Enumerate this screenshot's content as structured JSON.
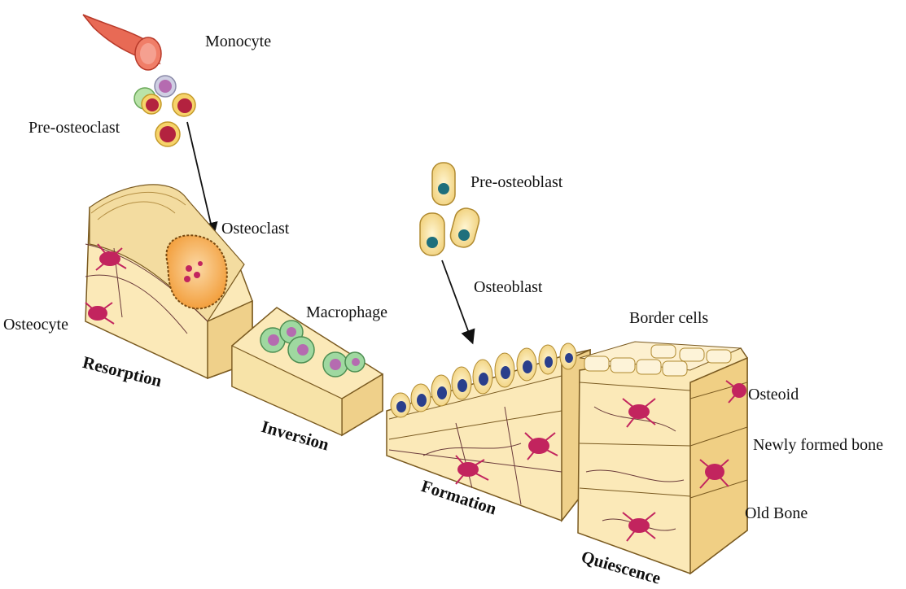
{
  "labels": {
    "monocyte": "Monocyte",
    "pre_osteoclast": "Pre-osteoclast",
    "osteoclast": "Osteoclast",
    "osteocyte": "Osteocyte",
    "macrophage": "Macrophage",
    "pre_osteoblast": "Pre-osteoblast",
    "osteoblast": "Osteoblast",
    "border_cells": "Border cells",
    "osteoid": "Osteoid",
    "newly_formed_bone": "Newly formed bone",
    "old_bone": "Old Bone"
  },
  "stages": {
    "resorption": "Resorption",
    "inversion": "Inversion",
    "formation": "Formation",
    "quiescence": "Quiescence"
  },
  "colors": {
    "bone_light": "#fbedc6",
    "bone_mid": "#f3d58c",
    "bone_dark": "#e6b964",
    "osteocyte_magenta": "#c2245e",
    "osteoclast_orange": "#f4a43c",
    "macrophage_green": "#9fd8a0",
    "nucleus_purple": "#b56bb0",
    "osteoblast_nucleus": "#2a3f8c",
    "monocyte_red": "#b3223f",
    "vessel_red": "#e85c4a"
  }
}
